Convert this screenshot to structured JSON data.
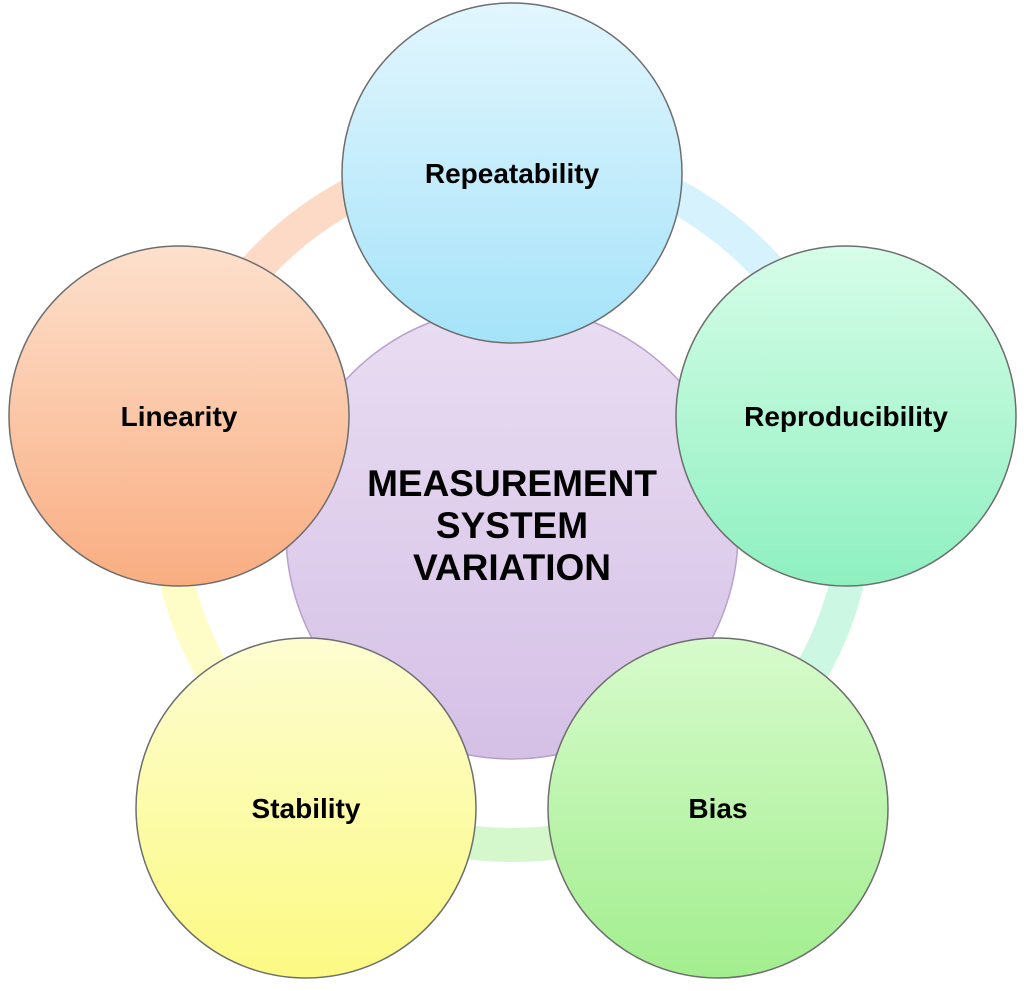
{
  "diagram": {
    "center": {
      "lines": [
        "MEASUREMENT",
        "SYSTEM",
        "VARIATION"
      ],
      "color": "#d5c0e6"
    },
    "nodes": [
      {
        "label": "Repeatability",
        "color_top": "#e2f6fe",
        "color_bottom": "#a5e3f9"
      },
      {
        "label": "Reproducibility",
        "color_top": "#d6fde8",
        "color_bottom": "#8ef0c0"
      },
      {
        "label": "Bias",
        "color_top": "#d7fbcc",
        "color_bottom": "#a2ee8e"
      },
      {
        "label": "Stability",
        "color_top": "#fdfdd2",
        "color_bottom": "#fcfa82"
      },
      {
        "label": "Linearity",
        "color_top": "#fde0cc",
        "color_bottom": "#f9ad81"
      }
    ],
    "ring_color": "#f3e6f5"
  }
}
